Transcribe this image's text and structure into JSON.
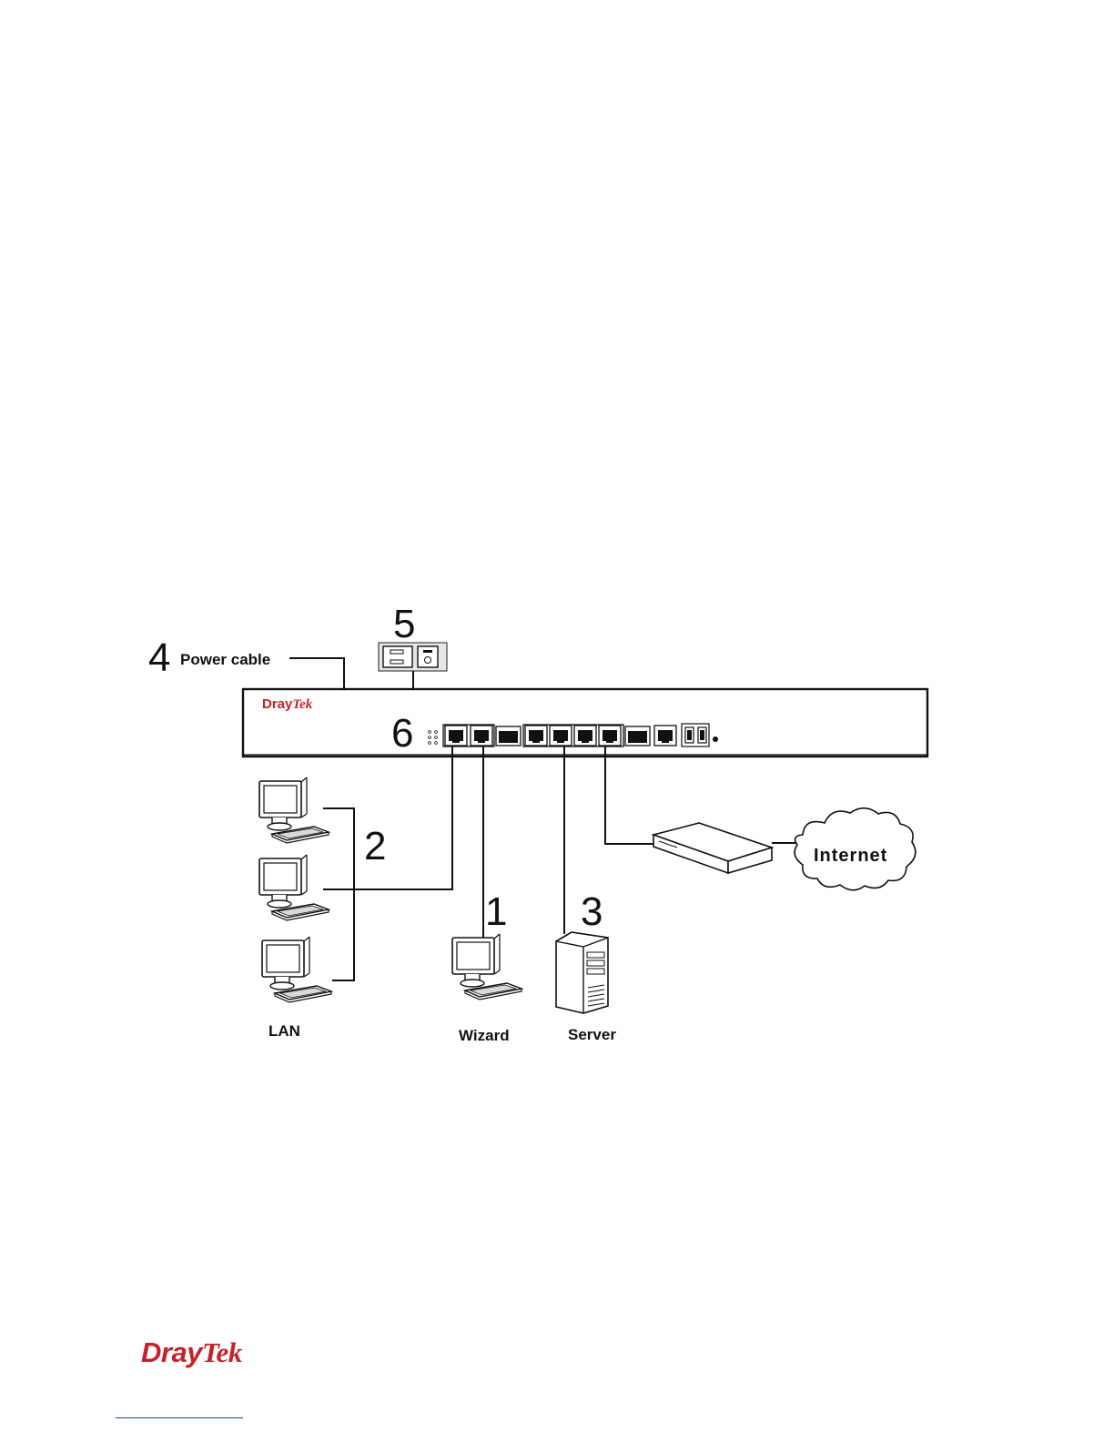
{
  "diagram": {
    "callouts": {
      "c1": "1",
      "c2": "2",
      "c3": "3",
      "c4": "4",
      "c5": "5",
      "c6": "6"
    },
    "labels": {
      "power_cable": "Power cable",
      "internet": "Internet",
      "lan": "LAN",
      "wizard": "Wizard",
      "server": "Server"
    },
    "router_brand": {
      "part1": "Dray",
      "part2": "Tek"
    }
  },
  "footer": {
    "logo_part1": "Dray",
    "logo_part2": "Tek"
  },
  "colors": {
    "brand_red": "#c8202a",
    "line": "#111111",
    "footer_rule": "#1f3fb0"
  }
}
